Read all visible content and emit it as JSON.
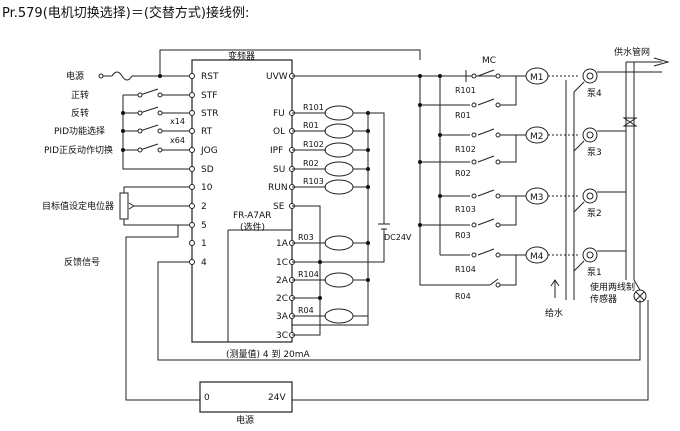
{
  "title": "Pr.579(电机切换选择)＝(交替方式)接线例:",
  "inverter": {
    "label": "变频器",
    "left_terminals": [
      "RST",
      "STF",
      "STR",
      "RT",
      "JOG",
      "SD",
      "10",
      "2",
      "5",
      "1",
      "4"
    ],
    "right_terminals": [
      "UVW",
      "FU",
      "OL",
      "IPF",
      "SU",
      "RUN",
      "SE"
    ],
    "option_label": "FR-A7AR",
    "option_sub": "(选件)",
    "option_terminals": [
      "1A",
      "1C",
      "2A",
      "2C",
      "3A",
      "3C"
    ]
  },
  "left_labels": {
    "power": "电源",
    "forward": "正转",
    "reverse": "反转",
    "pid_select": "PID功能选择",
    "pid_action": "PID正反动作切换",
    "setpoint_pot": "目标值设定电位器",
    "feedback": "反馈信号",
    "x14": "x14",
    "x64": "x64"
  },
  "relays_top": [
    "R101",
    "R01",
    "R102",
    "R02",
    "R103"
  ],
  "relays_bottom": [
    "R03",
    "R104",
    "R04"
  ],
  "dc_label": "DC24V",
  "mc_label": "MC",
  "motors": [
    "M1",
    "M2",
    "M3",
    "M4"
  ],
  "contact_labels": [
    "R101",
    "R01",
    "R102",
    "R02",
    "R103",
    "R03",
    "R104",
    "R04"
  ],
  "pumps": [
    "泵4",
    "泵3",
    "泵2",
    "泵1"
  ],
  "water_supply": "供水管网",
  "water_in": "给水",
  "sensor": "使用两线制\n传感器",
  "sensor_lines": [
    "使用两线制",
    "传感器"
  ],
  "measure_label": "(测量值) 4 到 20mA",
  "psu": {
    "left": "0",
    "right": "24V",
    "label": "电源"
  }
}
